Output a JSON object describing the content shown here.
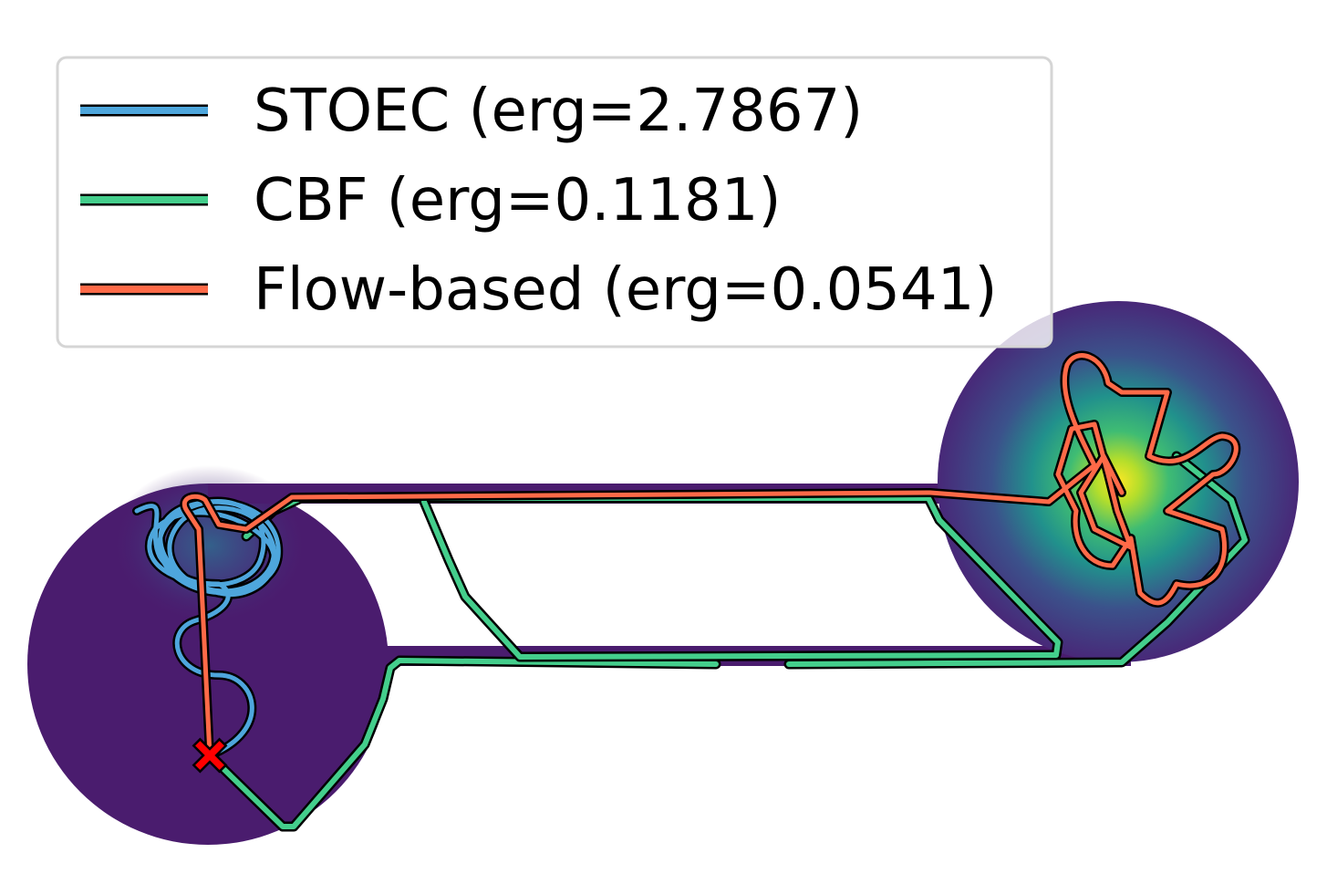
{
  "chart_data": {
    "type": "line",
    "title": "",
    "xlabel": "",
    "ylabel": "",
    "grid": false,
    "axes_visible": false,
    "legend_placement": "top-left",
    "colormap": "viridis",
    "background_field": {
      "mode_color": "#2b105e",
      "peak_colors": [
        "#fde725",
        "#3fbc73",
        "#21918c",
        "#3b528b",
        "#482878"
      ]
    },
    "start_marker": {
      "symbol": "x",
      "color": "#ff0000"
    },
    "series": [
      {
        "name": "STOEC (erg=2.7867)",
        "color": "#4ea6dc"
      },
      {
        "name": "CBF (erg=0.1181)",
        "color": "#44ce8c"
      },
      {
        "name": "Flow-based (erg=0.0541)",
        "color": "#ff6a48"
      }
    ]
  }
}
